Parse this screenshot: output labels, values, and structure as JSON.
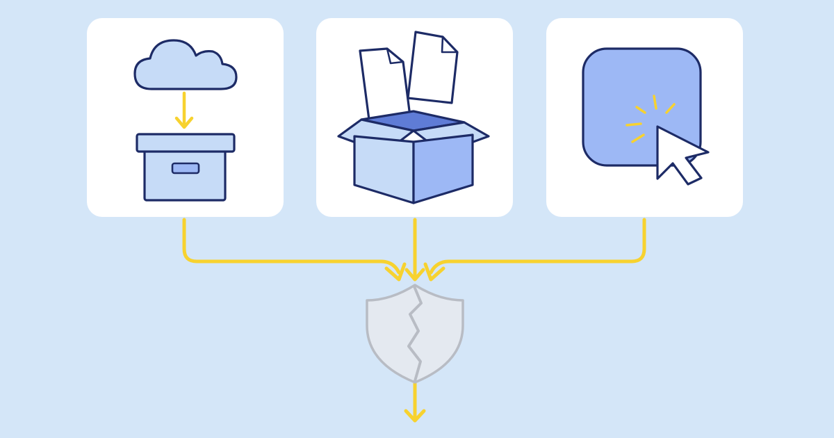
{
  "diagram": {
    "nodes": [
      {
        "id": "cloud-to-archive",
        "icon": "cloud-download-to-archive-box-icon"
      },
      {
        "id": "open-box-documents",
        "icon": "open-box-with-documents-icon"
      },
      {
        "id": "click-button",
        "icon": "button-click-cursor-icon"
      },
      {
        "id": "cracked-shield",
        "icon": "cracked-shield-icon"
      }
    ],
    "edges": [
      {
        "from": "cloud-to-archive",
        "to": "cracked-shield"
      },
      {
        "from": "open-box-documents",
        "to": "cracked-shield"
      },
      {
        "from": "click-button",
        "to": "cracked-shield"
      },
      {
        "from": "cracked-shield",
        "to": "output"
      }
    ]
  },
  "colors": {
    "background": "#d4e6f8",
    "card": "#ffffff",
    "stroke": "#1d2b66",
    "fill_light": "#c6dbf7",
    "fill_mid": "#9db8f5",
    "fill_dark": "#5f7cd6",
    "accent": "#f7d22f",
    "shield_fill": "#e4e9f0",
    "shield_stroke": "#b8bcc4"
  }
}
